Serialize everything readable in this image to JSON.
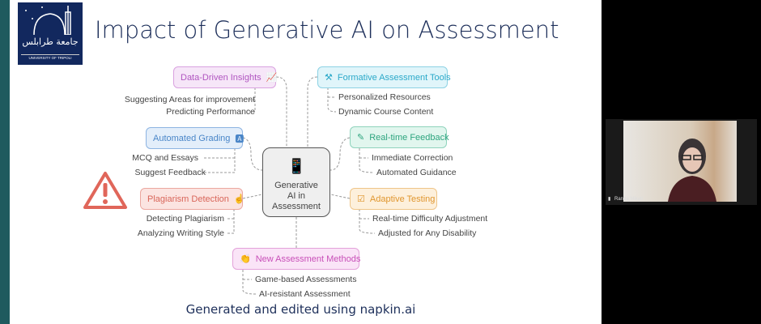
{
  "slide": {
    "title": "Impact of Generative AI on Assessment",
    "logo": {
      "arabic": "جامعة طرابلس",
      "english": "UNIVERSITY OF TRIPOLI"
    },
    "center": {
      "line1": "Generative",
      "line2": "AI  in",
      "line3": "Assessment",
      "icon": "mobile-book-icon"
    },
    "nodes": [
      {
        "label": "Data-Driven Insights",
        "icon": "chart-icon",
        "color": "#b055c0",
        "bg": "#f6e6f8",
        "subs": [
          "Suggesting Areas for improvement",
          "Predicting Performance"
        ]
      },
      {
        "label": "Automated Grading",
        "icon": "grading-icon",
        "color": "#4a86c8",
        "bg": "#e3eefa",
        "subs": [
          "MCQ and Essays",
          "Suggest Feedback"
        ]
      },
      {
        "label": "Plagiarism Detection",
        "icon": "fingerprint-icon",
        "color": "#d9665a",
        "bg": "#fbe4e1",
        "subs": [
          "Detecting Plagiarism",
          "Analyzing Writing Style"
        ]
      },
      {
        "label": "Formative Assessment Tools",
        "icon": "tools-icon",
        "color": "#2ba9c9",
        "bg": "#e0f5fa",
        "subs": [
          "Personalized Resources",
          "Dynamic Course Content"
        ]
      },
      {
        "label": "Real-time Feedback",
        "icon": "edit-icon",
        "color": "#2fa57f",
        "bg": "#e1f6ee",
        "subs": [
          "Immediate Correction",
          "Automated Guidance"
        ]
      },
      {
        "label": "Adaptive Testing",
        "icon": "adaptive-icon",
        "color": "#e0962e",
        "bg": "#fdf0dc",
        "subs": [
          "Real-time Difficulty Adjustment",
          "Adjusted for Any Disability"
        ]
      },
      {
        "label": "New Assessment Methods",
        "icon": "hands-icon",
        "color": "#c84fb8",
        "bg": "#fae4f7",
        "subs": [
          "Game-based Assessments",
          "AI-resistant Assessment"
        ]
      }
    ],
    "footer": "Generated and edited using napkin.ai",
    "warning_color": "#e0665a"
  },
  "video": {
    "participant": "Randa Mikati"
  }
}
